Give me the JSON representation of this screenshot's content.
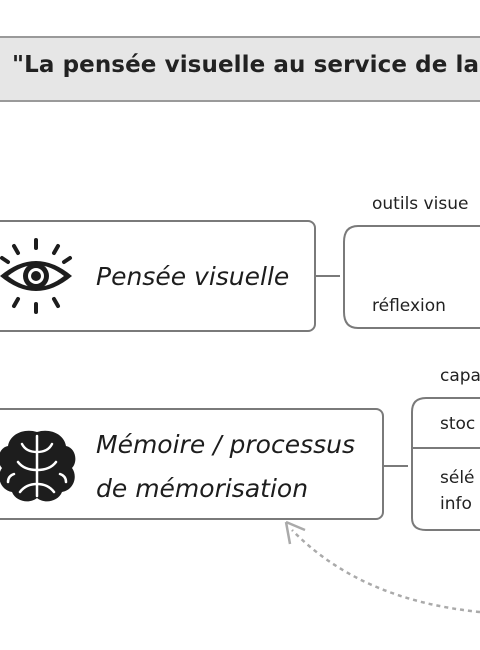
{
  "title": "\"La pensée visuelle au service de la",
  "nodes": {
    "pensee": {
      "label": "Pensée visuelle",
      "icon": "eye-icon"
    },
    "memoire": {
      "line1": "Mémoire / processus",
      "line2": "de mémorisation",
      "icon": "brain-icon"
    }
  },
  "branches": {
    "pensee": [
      "outils visue",
      "réflexion"
    ],
    "memoire": [
      "capa",
      "stoc",
      "sélé",
      "info"
    ]
  },
  "colors": {
    "title_bg": "#e6e6e6",
    "border": "#7a7a7a",
    "dotted_arrow": "#aaaaaa"
  }
}
